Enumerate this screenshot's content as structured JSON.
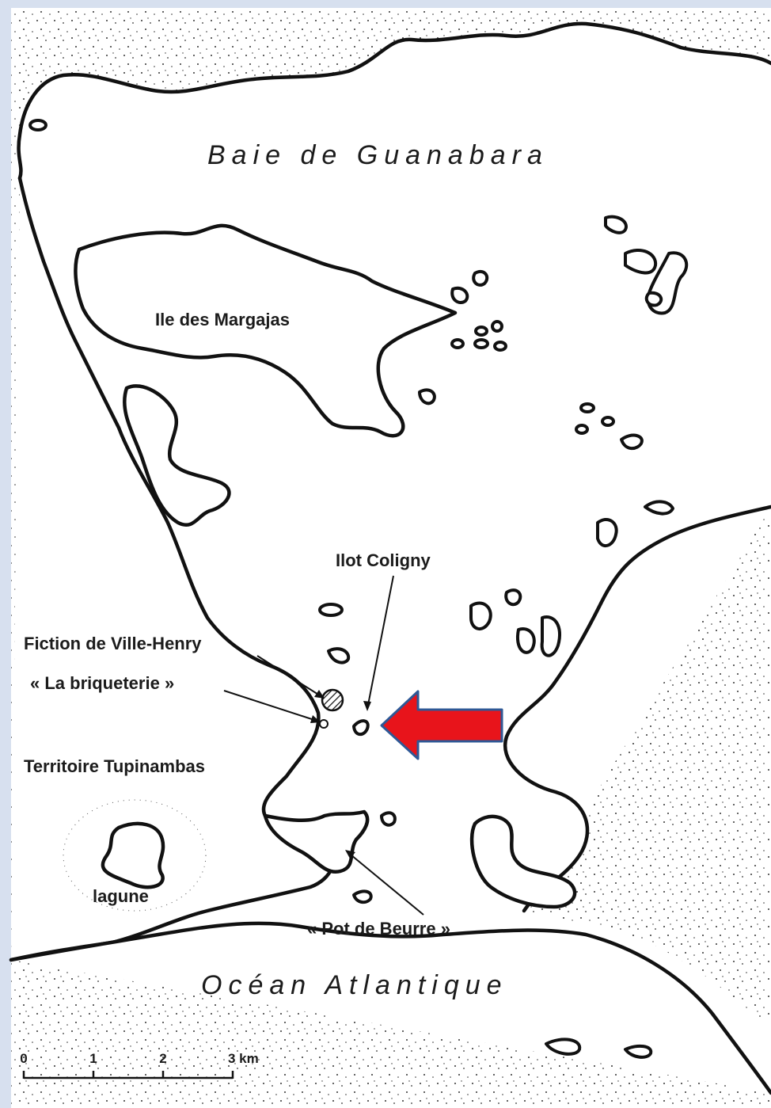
{
  "labels": {
    "bay": "Baie de Guanabara",
    "ocean": "Océan Atlantique",
    "ile_margajas": "Ile des Margajas",
    "ilot_coligny": "Ilot Coligny",
    "fiction_ville_henry": "Fiction de Ville-Henry",
    "briqueterie": "« La briqueterie »",
    "territoire": "Territoire Tupinambas",
    "lagune": "lagune",
    "pot_de_beurre": "« Pot de Beurre »"
  },
  "scale": {
    "ticks": [
      "0",
      "1",
      "2",
      "3 km"
    ]
  },
  "colors": {
    "frame": "#d7e0ef",
    "sea": "#ffffff",
    "ink": "#111111",
    "arrow_fill": "#e8141b",
    "arrow_stroke": "#2e5896"
  }
}
